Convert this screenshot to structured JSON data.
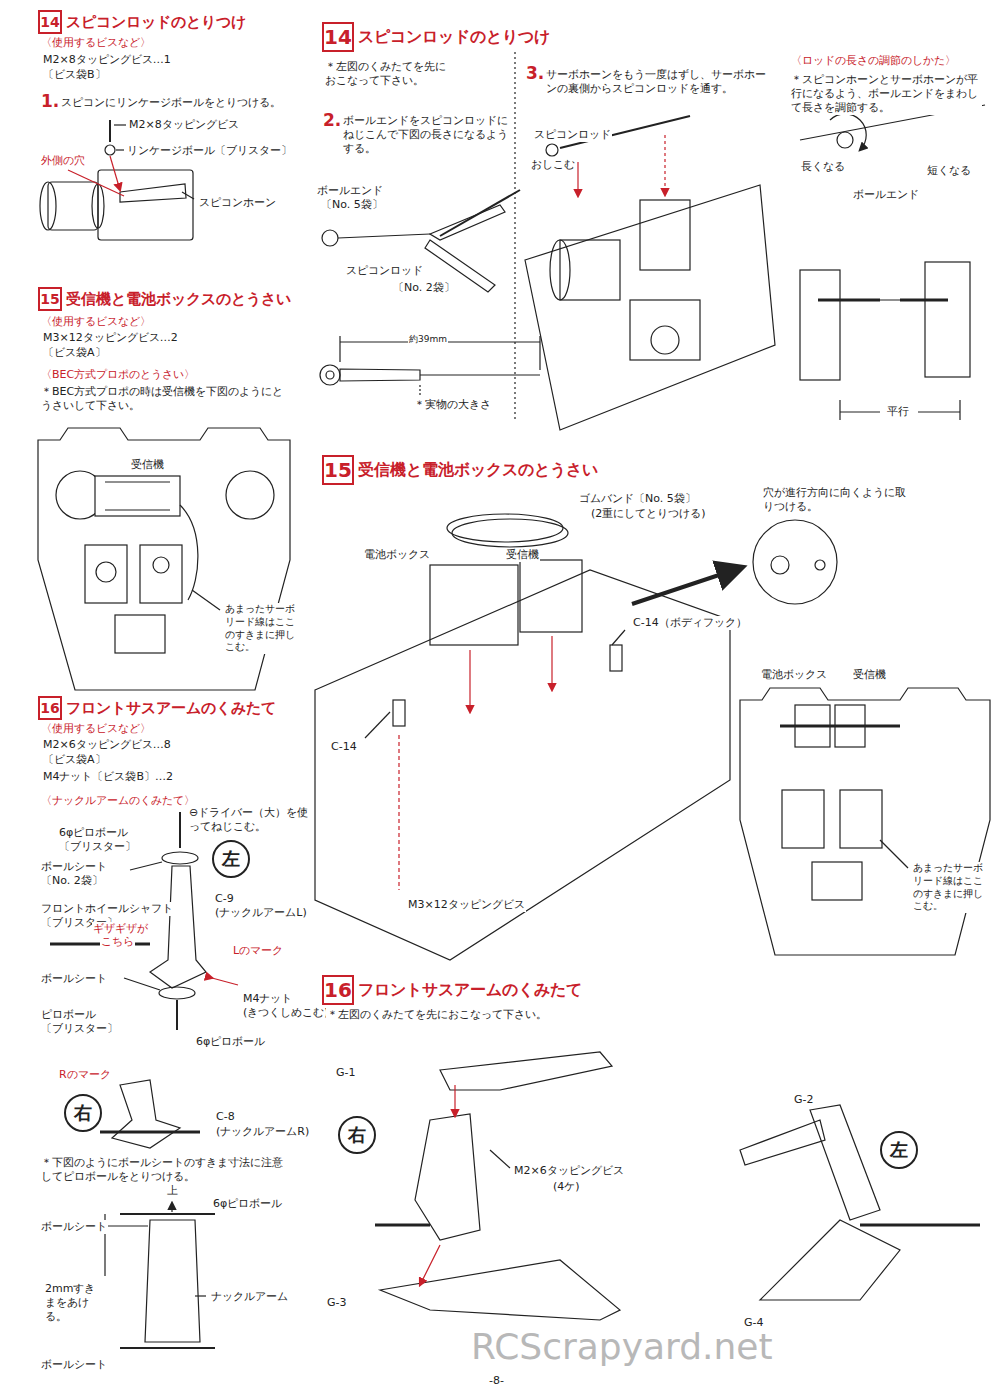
{
  "diagram": {
    "nodes": [
      {
        "text": [
          "14",
          "スピコンロッドのとりつけ"
        ]
      },
      {
        "text": [
          "15",
          "受信機と電池ボックスのとうさい"
        ]
      },
      {
        "text": [
          "16",
          "フロントサスアームのくみたて"
        ]
      },
      {
        "text": [
          "左"
        ]
      },
      {
        "text": [
          "右"
        ]
      },
      {
        "text": [
          "14",
          "スピコンロッドのとりつけ"
        ]
      },
      {
        "text": [
          "15",
          "受信機と電池ボックスのとうさい"
        ]
      },
      {
        "text": [
          "16",
          "フロントサスアームのくみたて"
        ]
      },
      {
        "text": [
          "右"
        ]
      },
      {
        "text": [
          "左"
        ]
      }
    ],
    "labels": [
      "〈使用するビスなど〉",
      "M2×8タッピングビス…1",
      "〔ビス袋B〕",
      "1.",
      "スピコンにリンケージボールをとりつける。",
      "M2×8タッピングビス",
      "リンケージボール〔ブリスター〕",
      "外側の穴",
      "スピコンホーン",
      "〈使用するビスなど〉",
      "M3×12タッピングビス…2",
      "〔ビス袋A〕",
      "〈BEC方式プロポのとうさい〉",
      "＊BEC方式プロポの時は受信機を下図のようにとうさいして下さい。",
      "受信機",
      "あまったサーボリード線はここのすきまに押しこむ。",
      "〈使用するビスなど〉",
      "M2×6タッピングビス…8",
      "〔ビス袋A〕",
      "M4ナット〔ビス袋B〕…2",
      "〈ナックルアームのくみたて〉",
      "⊖ドライバー（大）を使ってねじこむ。",
      "6φピロボール",
      "〔ブリスター〕",
      "ボールシート",
      "〔No. 2袋〕",
      "C-9",
      "(ナックルアームL)",
      "フロントホイールシャフト",
      "〔ブリスター〕",
      "ギザギザが",
      "こちら",
      "Lのマーク",
      "ボールシート",
      "M4ナット",
      "(きつくしめこむ)",
      "ピロボール",
      "〔ブリスター〕",
      "6φピロボール",
      "Rのマーク",
      "C-8",
      "(ナックルアームR)",
      "＊下図のようにボールシートのすきま寸法に注意してピロボールをとりつける。",
      "上",
      "6φピロボール",
      "ボールシート",
      "2mmすきまをあける。",
      "ナックルアーム",
      "ボールシート",
      "＊左図のくみたてを先におこなって下さい。",
      "2.",
      "ボールエンドをスピコンロッドにねじこんで下図の長さになるようする。",
      "ボールエンド",
      "〔No. 5袋〕",
      "スピコンロッド",
      "〔No. 2袋〕",
      "約39mm",
      "＊実物の大きさ",
      "3.",
      "サーボホーンをもう一度はずし、サーボホーンの裏側からスピコンロッドを通す。",
      "スピコンロッド",
      "おしこむ",
      "〈ロッドの長さの調節のしかた〉",
      "＊スピコンホーンとサーボホーンが平行になるよう、ボールエンドをまわして長さを調節する。",
      "長くなる",
      "短くなる",
      "ボールエンド",
      "平行",
      "ゴムバンド〔No. 5袋〕",
      "(2重にしてとりつける)",
      "穴が進行方向に向くように取りつける。",
      "電池ボックス",
      "受信機",
      "C-14（ボディフック）",
      "C-14",
      "M3×12タッピングビス",
      "電池ボックス",
      "受信機",
      "あまったサーボリード線はここのすきまに押しこむ。",
      "＊左図のくみたてを先におこなって下さい。",
      "G-1",
      "M2×6タッピングビス",
      "(4ケ)",
      "G-3",
      "G-2",
      "G-4",
      "RCScrapyard.net",
      "-8-"
    ]
  }
}
